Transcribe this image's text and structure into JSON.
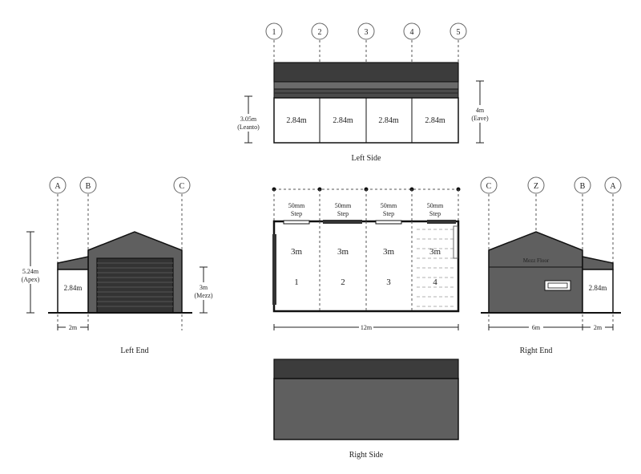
{
  "colors": {
    "cladding": "#5f5f5f",
    "roof": "#3c3c3c",
    "door": "#333333",
    "line": "#111111"
  },
  "left_side": {
    "title": "Left Side",
    "grid_labels": [
      "1",
      "2",
      "3",
      "4",
      "5"
    ],
    "bay_widths": [
      "2.84m",
      "2.84m",
      "2.84m",
      "2.84m"
    ],
    "leanto_height": "3.05m",
    "leanto_note": "(Leanto)",
    "eave_height": "4m",
    "eave_note": "(Eave)"
  },
  "left_end": {
    "title": "Left End",
    "grid_labels": [
      "A",
      "B",
      "C"
    ],
    "apex_height": "5.24m",
    "apex_note": "(Apex)",
    "leanto_door_width": "2.84m",
    "mezz_height": "3m",
    "mezz_note": "(Mezz)",
    "leanto_width": "2m"
  },
  "floor_plan": {
    "bays": [
      {
        "step": "50mm",
        "step2": "Step",
        "width": "3m",
        "number": "1"
      },
      {
        "step": "50mm",
        "step2": "Step",
        "width": "3m",
        "number": "2"
      },
      {
        "step": "50mm",
        "step2": "Step",
        "width": "3m",
        "number": "3"
      },
      {
        "step": "50mm",
        "step2": "Step",
        "width": "3m",
        "number": "4"
      }
    ],
    "total_length": "12m"
  },
  "right_end": {
    "title": "Right End",
    "grid_labels": [
      "C",
      "Z",
      "B",
      "A"
    ],
    "mezz_label": "Mezz Floor",
    "leanto_door_width": "2.84m",
    "main_width": "6m",
    "leanto_width": "2m"
  },
  "right_side": {
    "title": "Right Side"
  }
}
